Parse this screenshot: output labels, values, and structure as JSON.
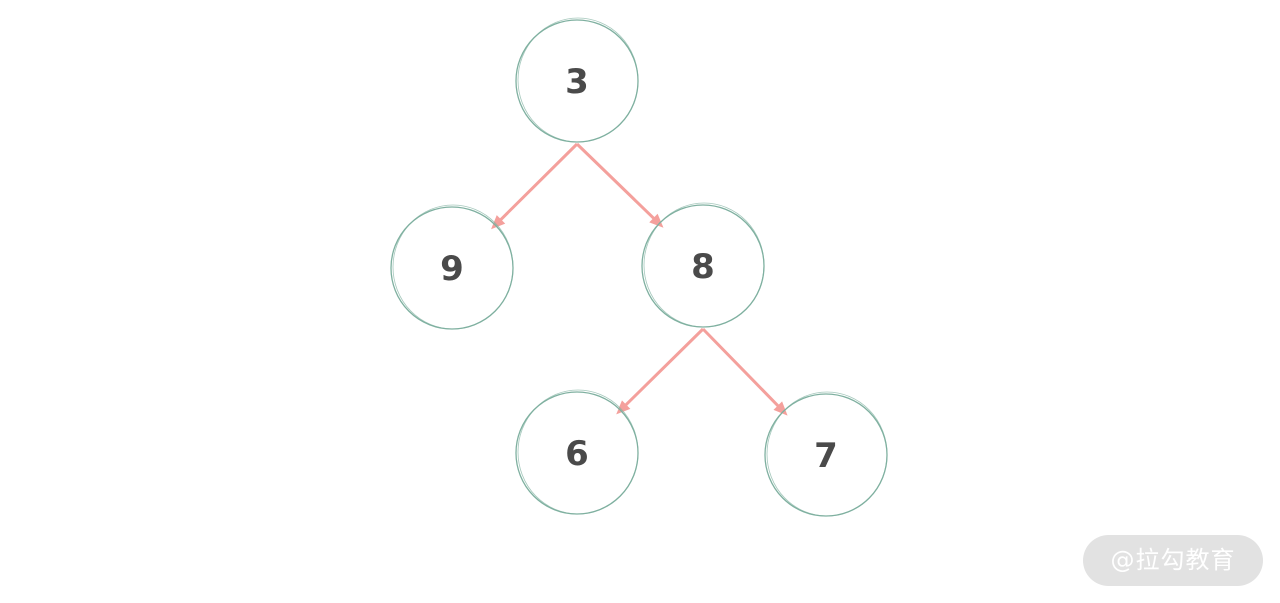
{
  "tree": {
    "nodes": [
      {
        "id": "n3",
        "label": "3"
      },
      {
        "id": "n9",
        "label": "9"
      },
      {
        "id": "n8",
        "label": "8"
      },
      {
        "id": "n6",
        "label": "6"
      },
      {
        "id": "n7",
        "label": "7"
      }
    ],
    "edges": [
      {
        "from": "n3",
        "to": "n9"
      },
      {
        "from": "n3",
        "to": "n8"
      },
      {
        "from": "n8",
        "to": "n6"
      },
      {
        "from": "n8",
        "to": "n7"
      }
    ],
    "colors": {
      "node_stroke": "#7fb0a0",
      "edge": "#f4a09c",
      "label": "#4a4a4a"
    }
  },
  "watermark": {
    "text": "@拉勾教育"
  }
}
